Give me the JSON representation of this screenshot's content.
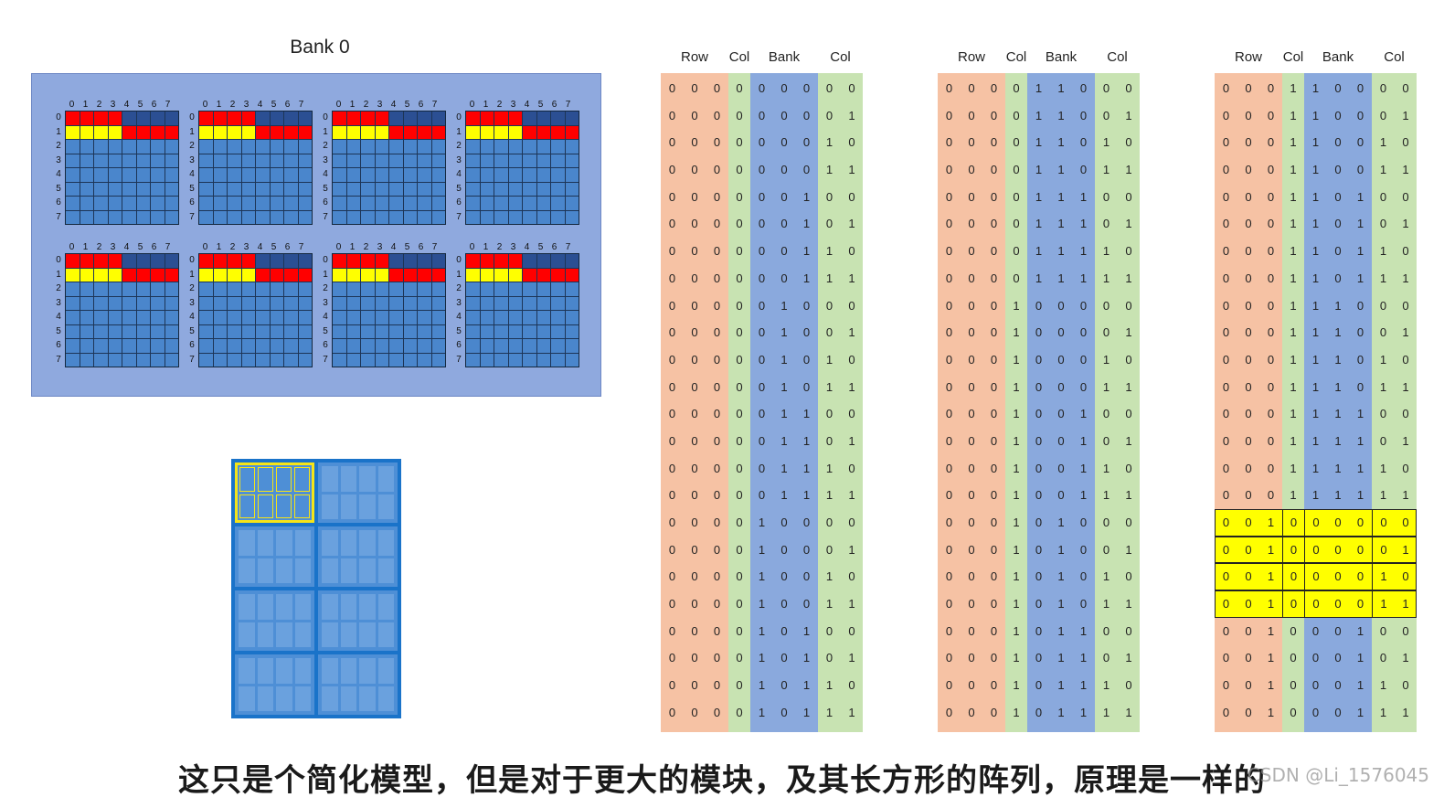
{
  "bank_diagram": {
    "title": "Bank 0",
    "column_labels": [
      "0",
      "1",
      "2",
      "3",
      "4",
      "5",
      "6",
      "7"
    ],
    "row_labels": [
      "0",
      "1",
      "2",
      "3",
      "4",
      "5",
      "6",
      "7"
    ],
    "chip_count": 8,
    "colors": {
      "panel": "#8fa9de",
      "cell": "#4a86cc",
      "dark_cell": "#2b4f93",
      "red": "#ff0000",
      "yellow": "#ffff00"
    }
  },
  "mini_module": {
    "sub_arrays": 8,
    "highlighted_index": 0,
    "colors": {
      "frame": "#1a73c9",
      "highlight": "#f5e418"
    }
  },
  "tables": {
    "headers": [
      "Row",
      "Col",
      "Bank",
      "Col"
    ],
    "band_colors": {
      "row": "#f6c2a4",
      "col_a": "#c8e3b2",
      "bank": "#8aa9dd",
      "col_b": "#c8e3b2"
    },
    "items": [
      {
        "rows": [
          "000000000",
          "000000001",
          "000000010",
          "000000011",
          "000000100",
          "000000101",
          "000000110",
          "000000111",
          "000001000",
          "000001001",
          "000001010",
          "000001011",
          "000001100",
          "000001101",
          "000001110",
          "000001111",
          "000010000",
          "000010001",
          "000010010",
          "000010011",
          "000010100",
          "000010101",
          "000010110",
          "000010111"
        ],
        "highlight_rows": []
      },
      {
        "rows": [
          "000011000",
          "000011001",
          "000011010",
          "000011011",
          "000011100",
          "000011101",
          "000011110",
          "000011111",
          "000100000",
          "000100001",
          "000100010",
          "000100011",
          "000100100",
          "000100101",
          "000100110",
          "000100111",
          "000101000",
          "000101001",
          "000101010",
          "000101011",
          "000101100",
          "000101101",
          "000101110",
          "000101111"
        ],
        "highlight_rows": []
      },
      {
        "rows": [
          "000110000",
          "000110001",
          "000110010",
          "000110011",
          "000110100",
          "000110101",
          "000110110",
          "000110111",
          "000111000",
          "000111001",
          "000111010",
          "000111011",
          "000111100",
          "000111101",
          "000111110",
          "000111111",
          "001000000",
          "001000001",
          "001000010",
          "001000011",
          "001000100",
          "001000101",
          "001000110",
          "001000111"
        ],
        "highlight_rows": [
          16,
          17,
          18,
          19
        ]
      }
    ]
  },
  "subtitle": "这只是个简化模型，但是对于更大的模块，及其长方形的阵列，原理是一样的",
  "watermark": "CSDN @Li_1576045"
}
